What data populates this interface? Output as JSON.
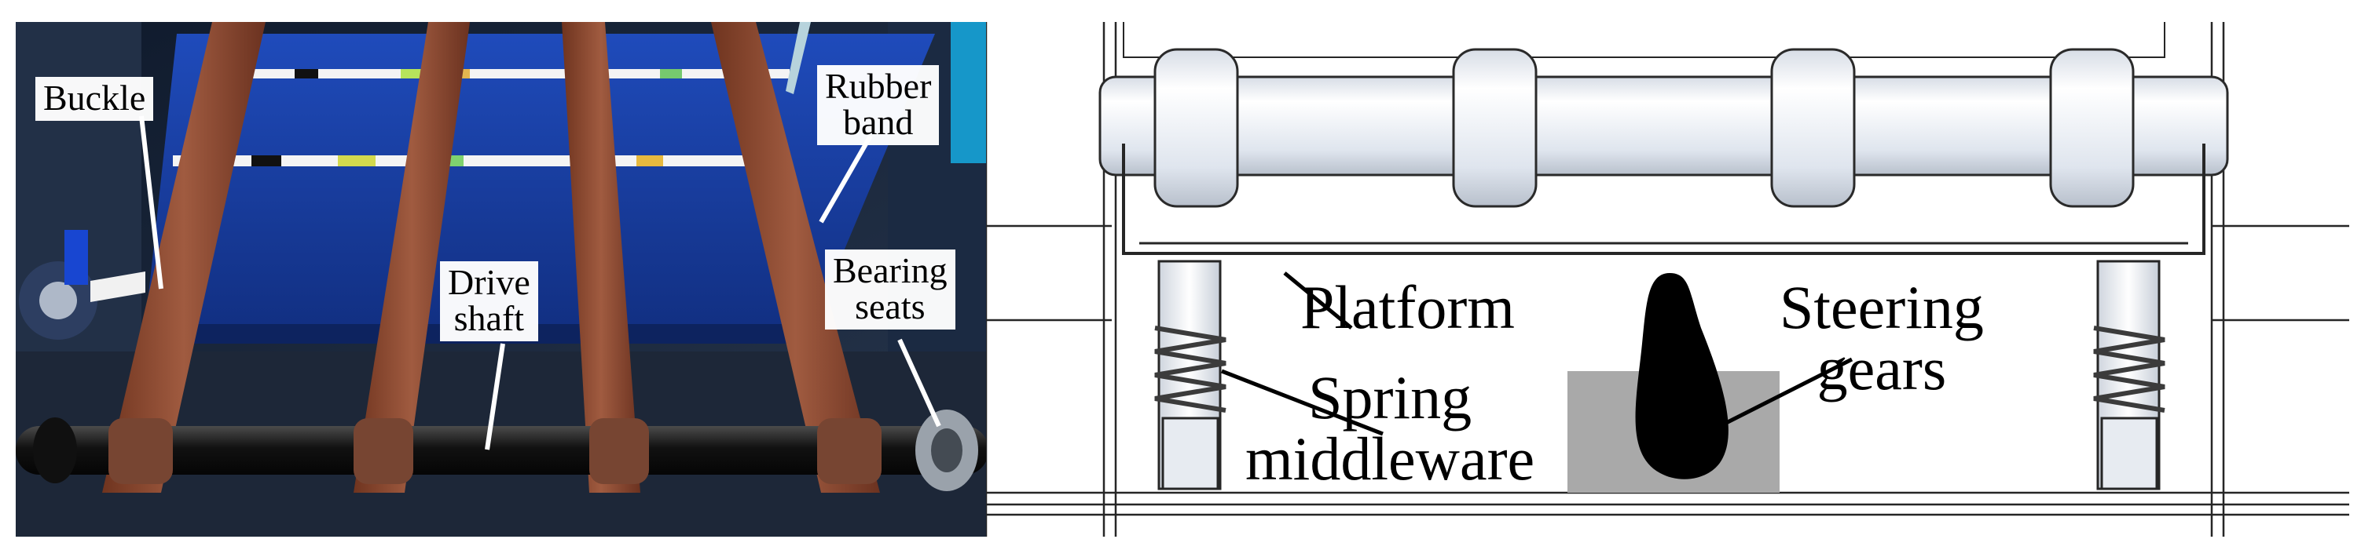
{
  "photo_panel": {
    "labels": {
      "buckle": "Buckle",
      "rubber_band_1": "Rubber",
      "rubber_band_2": "band",
      "drive_shaft_1": "Drive",
      "drive_shaft_2": "shaft",
      "bearing_seats_1": "Bearing",
      "bearing_seats_2": "seats"
    }
  },
  "cad_panel": {
    "labels": {
      "platform": "Platform",
      "spring_1": "Spring",
      "spring_2": "middleware",
      "steering_1": "Steering",
      "steering_2": "gears"
    }
  },
  "colors": {
    "photo_background": "#17233a",
    "blue_platform": "#1e40a8",
    "rubber_bands": "#8b4a34",
    "drive_shaft": "#181818",
    "cad_lines": "#262626",
    "cad_fill": "#edf0f4",
    "steering_gear_block": "#a9a9a9",
    "steering_gear_shape": "#000000"
  }
}
